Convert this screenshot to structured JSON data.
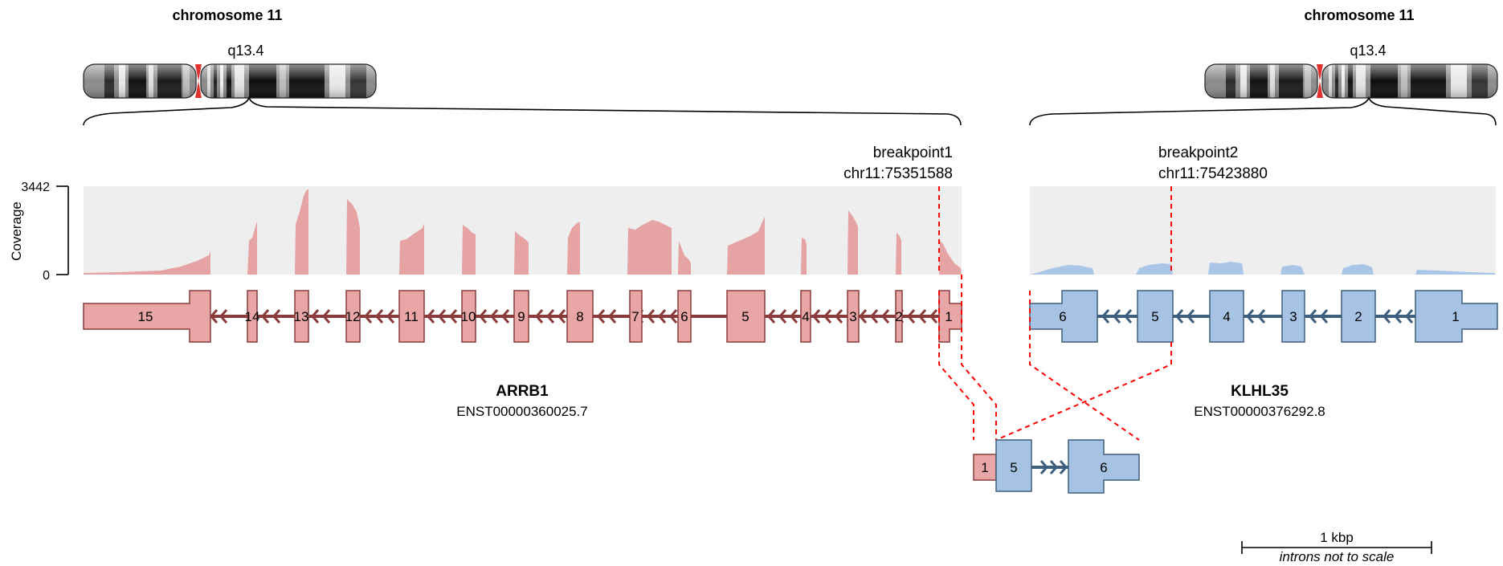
{
  "left": {
    "chromosome": "chromosome 11",
    "band": "q13.4",
    "gene": "ARRB1",
    "transcript": "ENST00000360025.7",
    "breakpoint_label": "breakpoint1",
    "breakpoint_pos": "chr11:75351588",
    "exons": [
      "15",
      "14",
      "13",
      "12",
      "11",
      "10",
      "9",
      "8",
      "7",
      "6",
      "5",
      "4",
      "3",
      "2",
      "1"
    ]
  },
  "right": {
    "chromosome": "chromosome 11",
    "band": "q13.4",
    "gene": "KLHL35",
    "transcript": "ENST00000376292.8",
    "breakpoint_label": "breakpoint2",
    "breakpoint_pos": "chr11:75423880",
    "exons": [
      "6",
      "5",
      "4",
      "3",
      "2",
      "1"
    ]
  },
  "coverage": {
    "axis_label": "Coverage",
    "max": "3442",
    "min": "0"
  },
  "fusion": {
    "exons": [
      "1",
      "5",
      "6"
    ]
  },
  "scale": {
    "label": "1 kbp",
    "note": "introns not to scale"
  },
  "colors": {
    "arrb1_fill": "#e8a6a6",
    "arrb1_stroke": "#8a3b3b",
    "arrb1_coverage": "#e6a3a3",
    "klhl35_fill": "#a7c3e3",
    "klhl35_stroke": "#3f5f7f",
    "klhl35_coverage": "#a9c6e8",
    "breakpoint": "#ff0000",
    "coverage_bg": "#eeeeee"
  }
}
